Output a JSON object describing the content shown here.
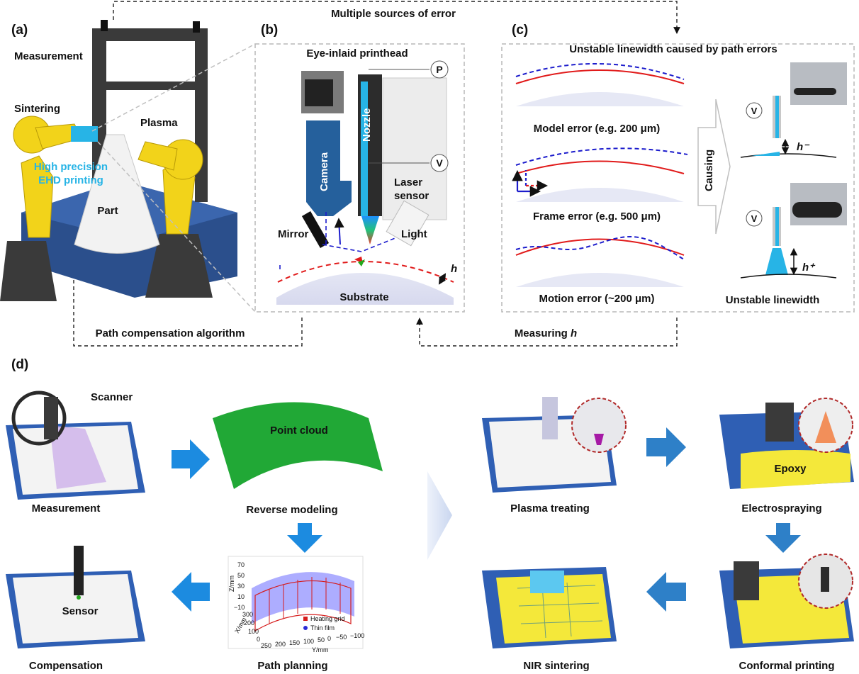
{
  "panels": {
    "a": "(a)",
    "b": "(b)",
    "c": "(c)",
    "d": "(d)"
  },
  "top_flow": {
    "sources_error": "Multiple sources of error",
    "path_comp": "Path compensation algorithm",
    "measuring_prefix": "Measuring ",
    "measuring_var": "h"
  },
  "panel_a": {
    "measurement": "Measurement",
    "sintering": "Sintering",
    "plasma": "Plasma",
    "hp_line1": "High precision",
    "hp_line2": "EHD printing",
    "part": "Part"
  },
  "panel_b": {
    "title": "Eye-inlaid printhead",
    "p": "P",
    "v": "V",
    "camera": "Camera",
    "nozzle": "Nozzle",
    "laser1": "Laser",
    "laser2": "sensor",
    "mirror": "Mirror",
    "light": "Light",
    "h": "h",
    "substrate": "Substrate"
  },
  "panel_c": {
    "title": "Unstable linewidth caused by path errors",
    "model": "Model error (e.g. 200 μm)",
    "frame": "Frame error (e.g. 500 μm)",
    "motion": "Motion error (~200 μm)",
    "causing": "Causing",
    "v1": "V",
    "v2": "V",
    "hminus": "h⁻",
    "hplus": "h⁺",
    "unstable": "Unstable linewidth"
  },
  "panel_d": {
    "scanner": "Scanner",
    "measurement": "Measurement",
    "point_cloud": "Point cloud",
    "reverse_modeling": "Reverse modeling",
    "sensor": "Sensor",
    "compensation": "Compensation",
    "path_planning": "Path planning",
    "plasma_treating": "Plasma treating",
    "electrospraying": "Electrospraying",
    "epoxy": "Epoxy",
    "nir_sintering": "NIR sintering",
    "conformal_printing": "Conformal printing"
  },
  "plot3d": {
    "zlabel": "Z/mm",
    "xlabel": "X/mm",
    "ylabel": "Y/mm",
    "z_ticks": [
      "70",
      "50",
      "30",
      "10",
      "−10"
    ],
    "x_ticks": [
      "300",
      "200",
      "100",
      "0"
    ],
    "y_ticks": [
      "250",
      "200",
      "150",
      "100",
      "50",
      "0",
      "−50",
      "−100"
    ],
    "legend_heating": "Heating grid",
    "legend_thin": "Thin film"
  },
  "colors": {
    "cyan": "#27b4e6",
    "red": "#e11b1b",
    "blue": "#1c1ccc",
    "green": "#22a81c",
    "arrow_blue": "#1c8be0",
    "yellow": "#f4e83a",
    "box_dash": "#b8b8b8"
  }
}
